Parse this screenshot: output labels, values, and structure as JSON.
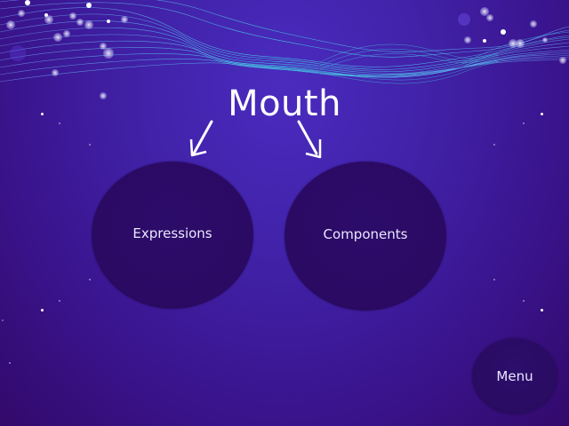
{
  "slide": {
    "title": "Mouth",
    "options": [
      {
        "label": "Expressions"
      },
      {
        "label": "Components"
      }
    ],
    "menu_label": "Menu"
  },
  "colors": {
    "background_top": "#4a2bbf",
    "background_bottom": "#33096a",
    "circle_fill": "#2a0a62",
    "wave_accent": "#3fd0e0",
    "text": "#ffffff"
  },
  "icons": {
    "left_arrow": "arrow-down-left-icon",
    "right_arrow": "arrow-down-right-icon"
  }
}
